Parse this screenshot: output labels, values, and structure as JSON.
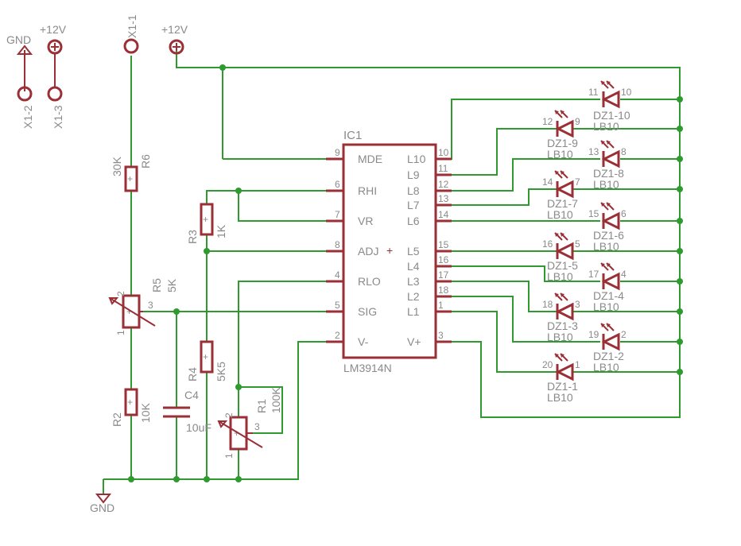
{
  "power": {
    "gnd": "GND",
    "vcc": "+12V"
  },
  "connectors": {
    "x1_1": "X1-1",
    "x1_2": "X1-2",
    "x1_3": "X1-3"
  },
  "ic": {
    "name": "IC1",
    "value": "LM3914N",
    "plus_mark": "+",
    "left_pins": [
      {
        "num": "9",
        "name": "MDE"
      },
      {
        "num": "6",
        "name": "RHI"
      },
      {
        "num": "7",
        "name": "VR"
      },
      {
        "num": "8",
        "name": "ADJ"
      },
      {
        "num": "4",
        "name": "RLO"
      },
      {
        "num": "5",
        "name": "SIG"
      },
      {
        "num": "2",
        "name": "V-"
      }
    ],
    "right_pins": [
      {
        "num": "10",
        "name": "L10"
      },
      {
        "num": "11",
        "name": "L9"
      },
      {
        "num": "12",
        "name": "L8"
      },
      {
        "num": "13",
        "name": "L7"
      },
      {
        "num": "14",
        "name": "L6"
      },
      {
        "num": "15",
        "name": "L5"
      },
      {
        "num": "16",
        "name": "L4"
      },
      {
        "num": "17",
        "name": "L3"
      },
      {
        "num": "18",
        "name": "L2"
      },
      {
        "num": "1",
        "name": "L1"
      },
      {
        "num": "3",
        "name": "V+"
      }
    ]
  },
  "components": {
    "r6": {
      "name": "R6",
      "value": "30K"
    },
    "r5": {
      "name": "R5",
      "value": "5K",
      "pin1": "1",
      "pin2": "2",
      "pin3": "3"
    },
    "r2": {
      "name": "R2",
      "value": "10K"
    },
    "c4": {
      "name": "C4",
      "value": "10uF"
    },
    "r3": {
      "name": "R3",
      "value": "1K"
    },
    "r4": {
      "name": "R4",
      "value": "5K5"
    },
    "r1": {
      "name": "R1",
      "value": "100K",
      "pin1": "1",
      "pin2": "2",
      "pin3": "3"
    }
  },
  "leds": [
    {
      "name": "DZ1-10",
      "value": "LB10",
      "pin_a": "11",
      "pin_k": "10"
    },
    {
      "name": "DZ1-9",
      "value": "LB10",
      "pin_a": "12",
      "pin_k": "9"
    },
    {
      "name": "DZ1-8",
      "value": "LB10",
      "pin_a": "13",
      "pin_k": "8"
    },
    {
      "name": "DZ1-7",
      "value": "LB10",
      "pin_a": "14",
      "pin_k": "7"
    },
    {
      "name": "DZ1-6",
      "value": "LB10",
      "pin_a": "15",
      "pin_k": "6"
    },
    {
      "name": "DZ1-5",
      "value": "LB10",
      "pin_a": "16",
      "pin_k": "5"
    },
    {
      "name": "DZ1-4",
      "value": "LB10",
      "pin_a": "17",
      "pin_k": "4"
    },
    {
      "name": "DZ1-3",
      "value": "LB10",
      "pin_a": "18",
      "pin_k": "3"
    },
    {
      "name": "DZ1-2",
      "value": "LB10",
      "pin_a": "19",
      "pin_k": "2"
    },
    {
      "name": "DZ1-1",
      "value": "LB10",
      "pin_a": "20",
      "pin_k": "1"
    }
  ],
  "colors": {
    "wire": "#2f9a2f",
    "symbol": "#9a2f36",
    "label": "#8a8a8a",
    "background": "#ffffff"
  }
}
